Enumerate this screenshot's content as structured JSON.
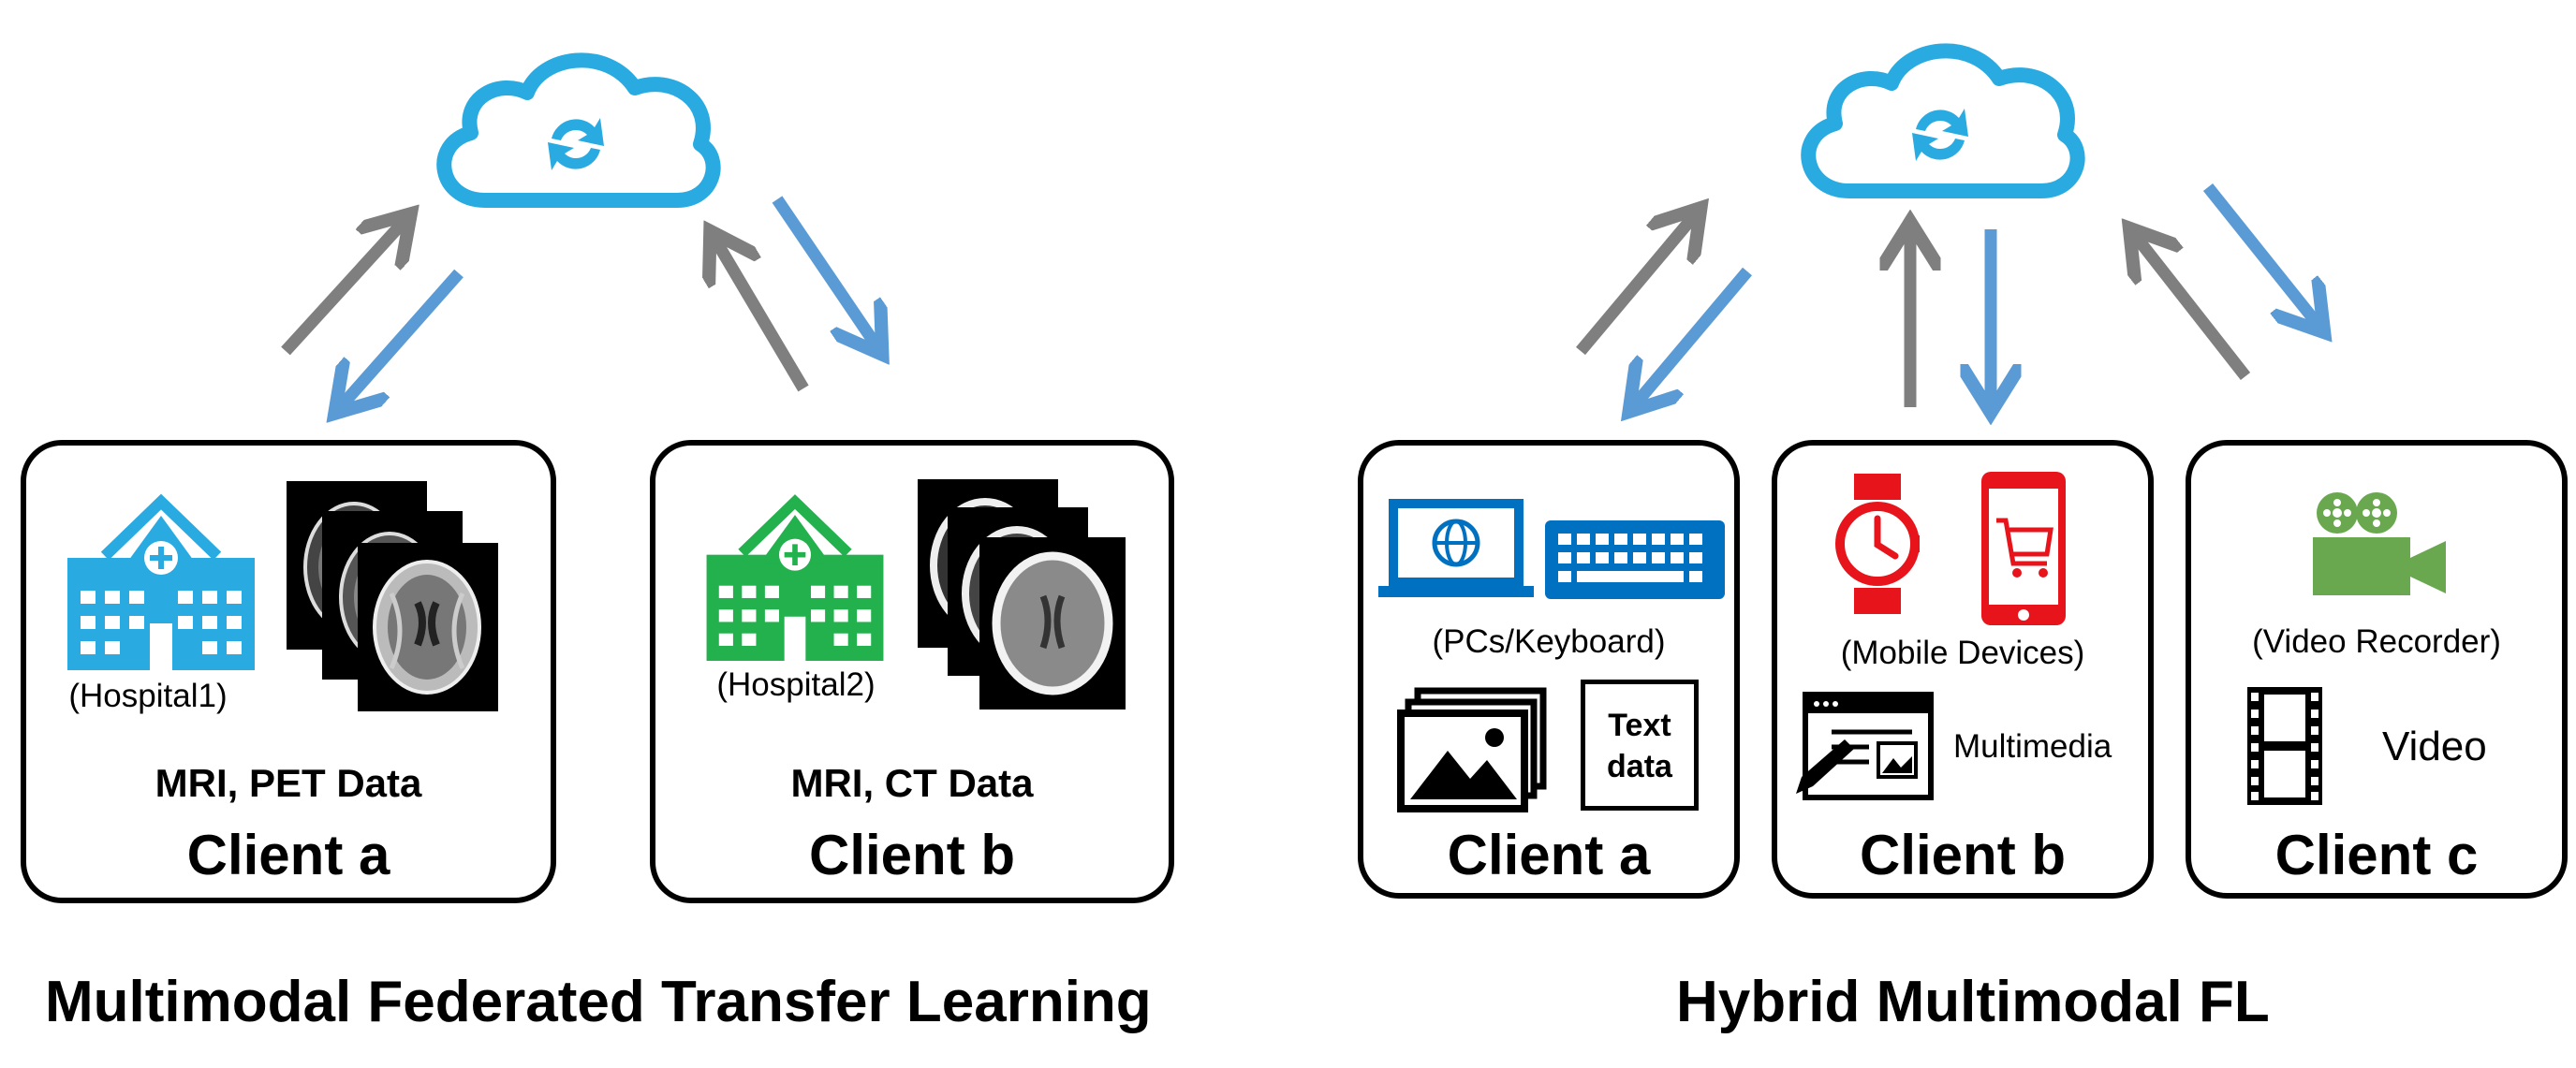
{
  "left": {
    "title": "Multimodal Federated Transfer Learning",
    "clients": [
      {
        "name": "Client a",
        "caption": "(Hospital1)",
        "data": "MRI, PET Data",
        "icon": "hospital-icon",
        "color": "#29abe2"
      },
      {
        "name": "Client b",
        "caption": "(Hospital2)",
        "data": "MRI, CT Data",
        "icon": "hospital-icon",
        "color": "#22b14c"
      }
    ]
  },
  "right": {
    "title": "Hybrid Multimodal FL",
    "clients": [
      {
        "name": "Client a",
        "caption": "(PCs/Keyboard)",
        "text_box": "Text\ndata",
        "icons": [
          "laptop-icon",
          "keyboard-icon",
          "images-icon"
        ]
      },
      {
        "name": "Client b",
        "caption": "(Mobile Devices)",
        "extra": "Multimedia",
        "icons": [
          "smartwatch-icon",
          "smartphone-cart-icon",
          "web-edit-icon"
        ]
      },
      {
        "name": "Client c",
        "caption": "(Video Recorder)",
        "extra": "Video",
        "icons": [
          "video-camera-icon",
          "film-strip-icon"
        ]
      }
    ]
  },
  "colors": {
    "cloud": "#29abe2",
    "upload_arrow": "#7f7f7f",
    "download_arrow": "#5b9bd5",
    "device_blue": "#0070c0",
    "device_red": "#e8141b",
    "camera_green": "#6aa84f"
  }
}
